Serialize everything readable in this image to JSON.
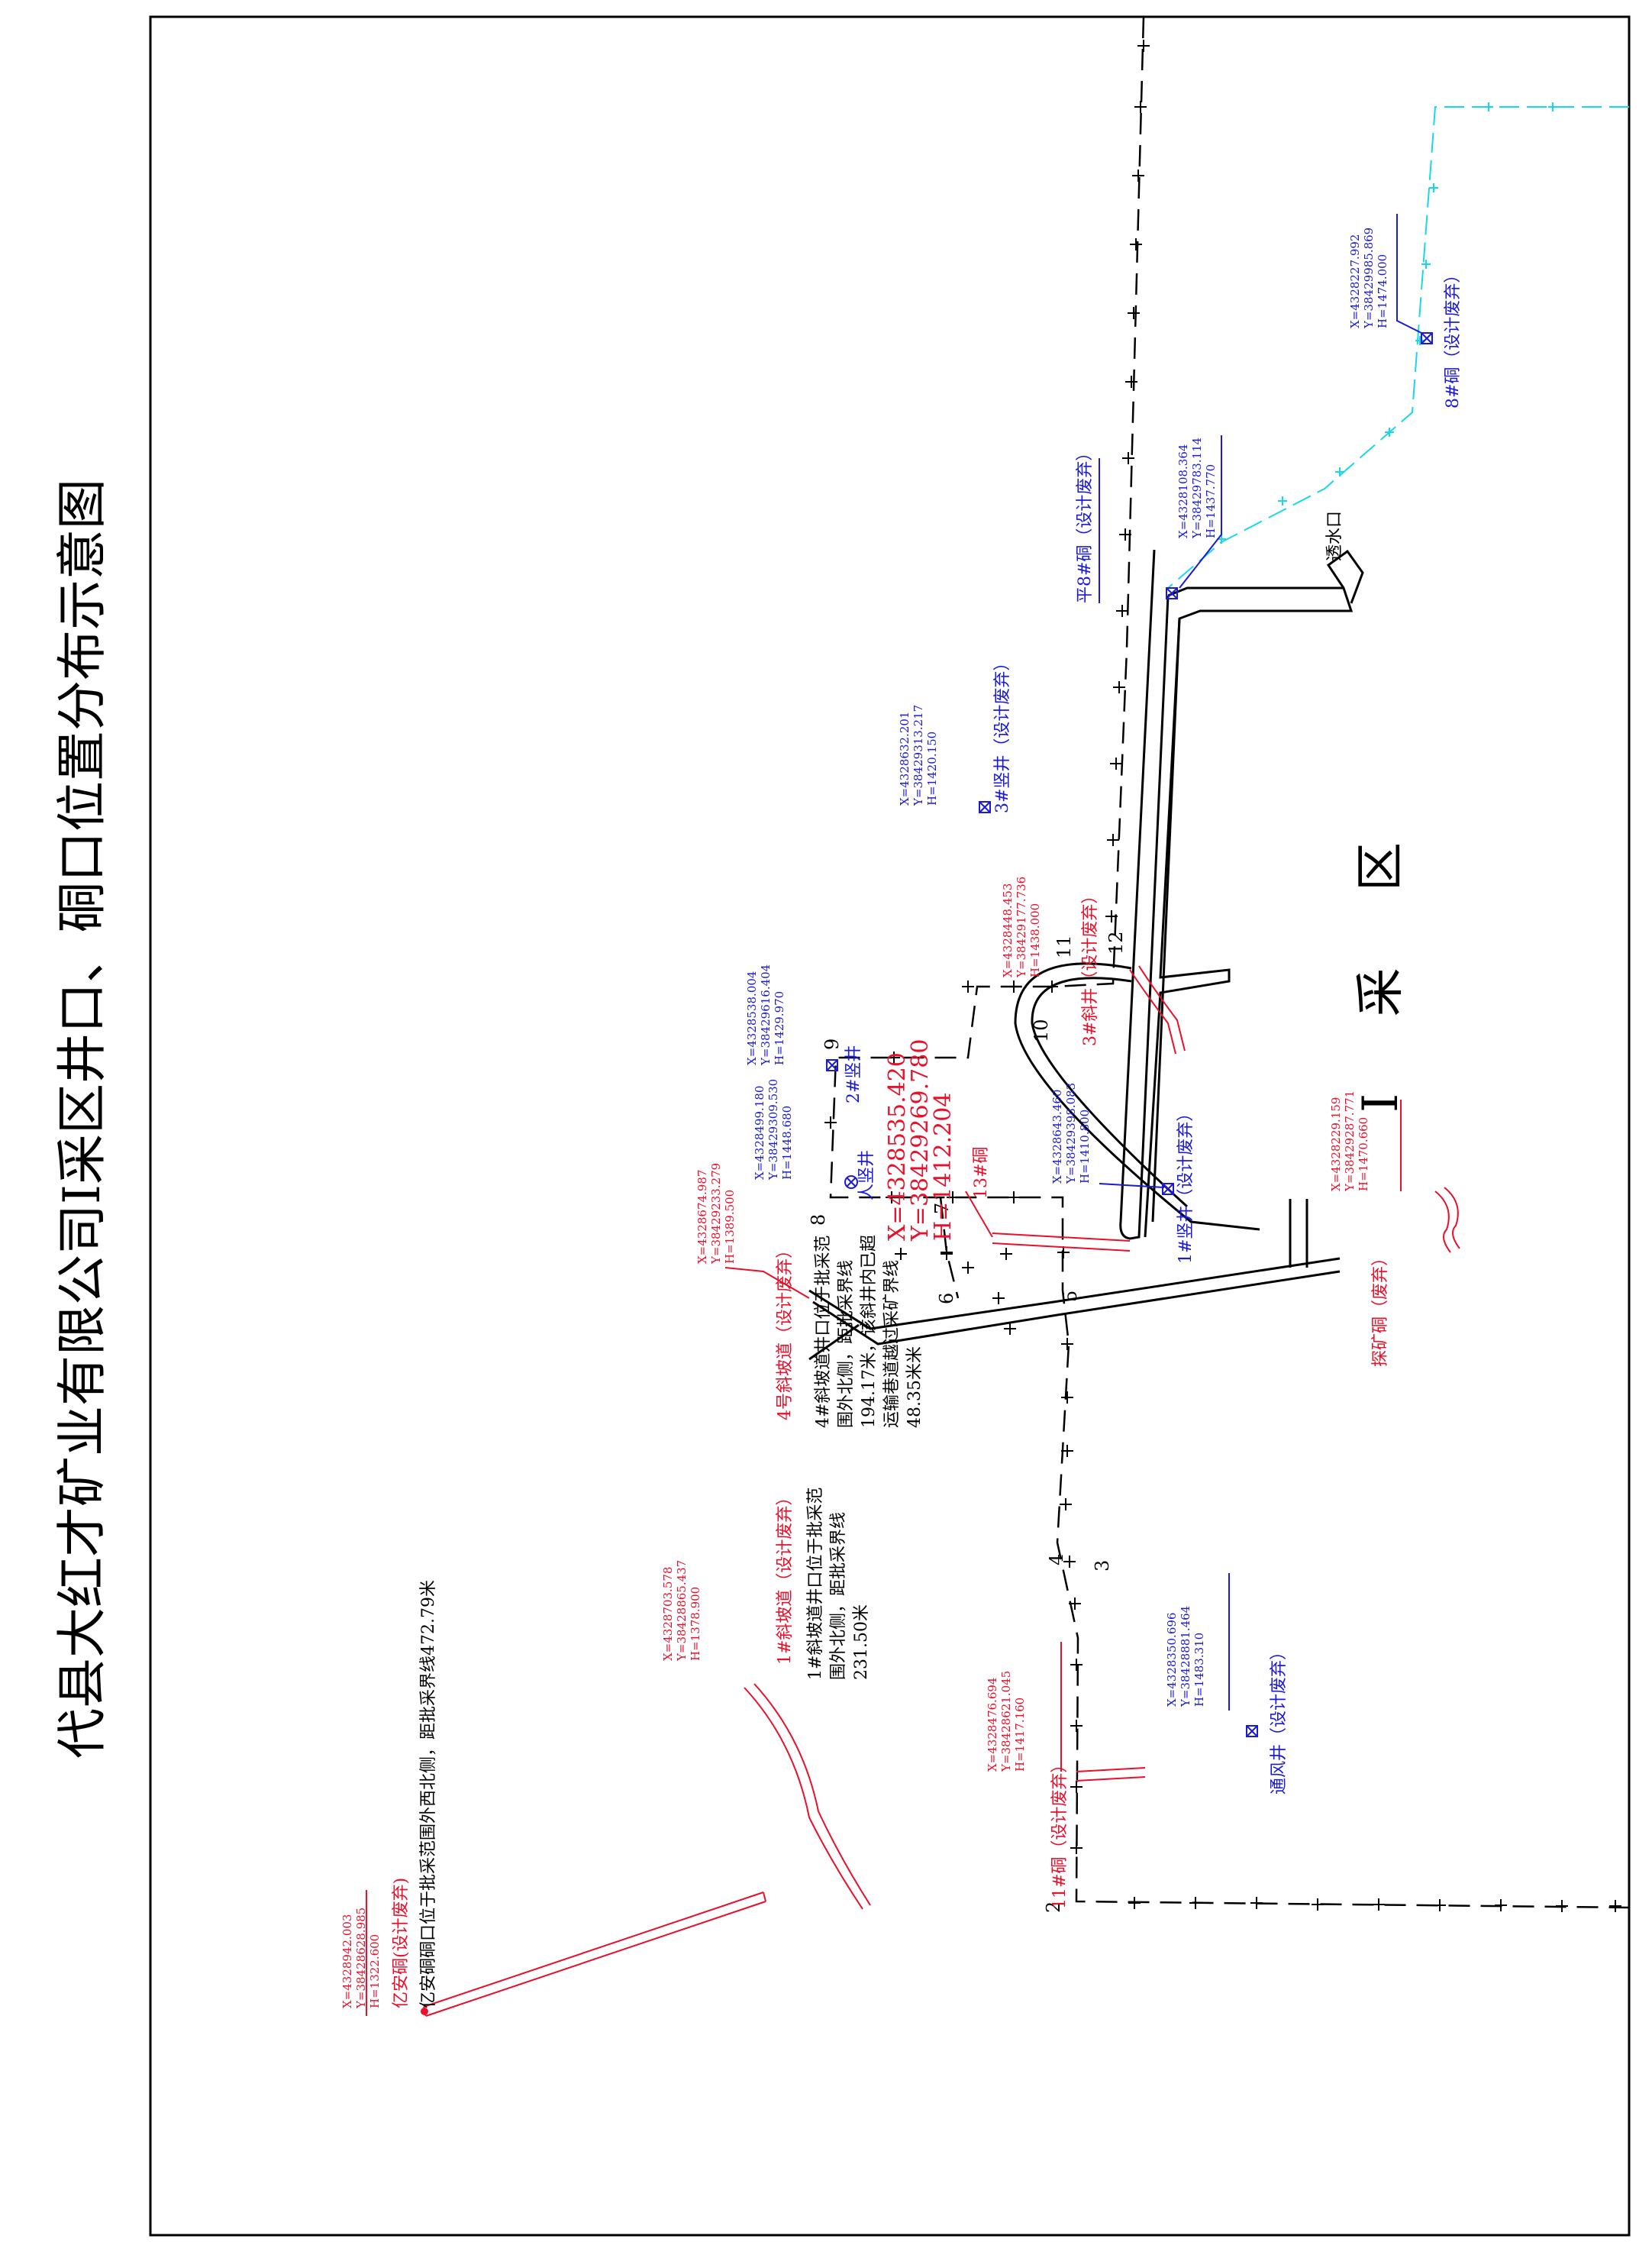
{
  "title": "代县大红才矿业有限公司Ⅰ采区井口、硐口位置分布示意图",
  "zone_label": "Ⅰ 采 区",
  "colors": {
    "red": "#e8102a",
    "blue": "#1a1ad8",
    "black": "#000000",
    "cyan": "#18d8e8"
  },
  "boundary_points": {
    "p2": "2",
    "p3": "3",
    "p4": "4",
    "p5": "5",
    "p6": "6",
    "p7": "7",
    "p8": "8",
    "p9": "9",
    "p10": "10",
    "p11": "11",
    "p12": "12"
  },
  "features": {
    "yian": {
      "name": "亿安硐(设计废弃)",
      "coords": [
        "X=4328942.003",
        "Y=38428628.985",
        "H=1322.600"
      ],
      "note": "亿安硐硐口位于批采范围外西北侧，距批采界线472.79米"
    },
    "incline1": {
      "name": "1#斜坡道（设计废弃）",
      "coords": [
        "X=4328703.578",
        "Y=38428865.437",
        "H=1378.900"
      ],
      "note_lines": [
        "1#斜坡道井口位于批采范",
        "围外北侧，距批采界线",
        "231.50米"
      ]
    },
    "incline4": {
      "name": "4号斜坡道（设计废弃）",
      "coords": [
        "X=4328674.987",
        "Y=38429233.279",
        "H=1389.500"
      ],
      "note_lines": [
        "4#斜坡道井口位于批采范",
        "围外北侧，距批采界线",
        "194.17米，该斜井内已超",
        "运输巷道越过采矿界线",
        "48.35米米"
      ]
    },
    "adit11": {
      "name": "11#硐（设计废弃）",
      "coords": [
        "X=4328476.694",
        "Y=38428621.045",
        "H=1417.160"
      ]
    },
    "vent": {
      "name": "通风井（设计废弃）",
      "coords": [
        "X=4328350.696",
        "Y=38428881.464",
        "H=1483.310"
      ]
    },
    "ren": {
      "name": "人竖井",
      "coords": [
        "X=4328499.180",
        "Y=38429309.530",
        "H=1448.680"
      ]
    },
    "shaft2": {
      "name": "2#竖井",
      "coords": [
        "X=4328538.004",
        "Y=38429616.404",
        "H=1429.970"
      ]
    },
    "adit13": {
      "name": "13#硐",
      "coords": [
        "X=4328535.420",
        "Y=38429269.780",
        "H=1412.204"
      ]
    },
    "shaft1": {
      "name": "1#竖井（设计废弃）",
      "coords": [
        "X=4328643.460",
        "Y=38429398.083",
        "H=1410.800"
      ]
    },
    "incline3": {
      "name": "3#斜井（设计废弃）",
      "coords": [
        "X=4328448.453",
        "Y=38429177.736",
        "H=1438.000"
      ]
    },
    "shaft3": {
      "name": "3#竖井（设计废弃）",
      "coords": [
        "X=4328632.201",
        "Y=38429313.217",
        "H=1420.150"
      ]
    },
    "explore": {
      "name": "探矿硐（废弃）",
      "coords": [
        "X=4328229.159",
        "Y=38429287.771",
        "H=1470.660"
      ]
    },
    "ping8": {
      "name": "平8#硐（设计废弃）",
      "coords": [
        "X=4328108.364",
        "Y=38429783.114",
        "H=1437.770"
      ]
    },
    "adit8": {
      "name": "8#硐（设计废弃）",
      "coords": [
        "X=4328227.992",
        "Y=38429985.869",
        "H=1474.000"
      ]
    },
    "toushui": {
      "name": "透水口"
    }
  }
}
